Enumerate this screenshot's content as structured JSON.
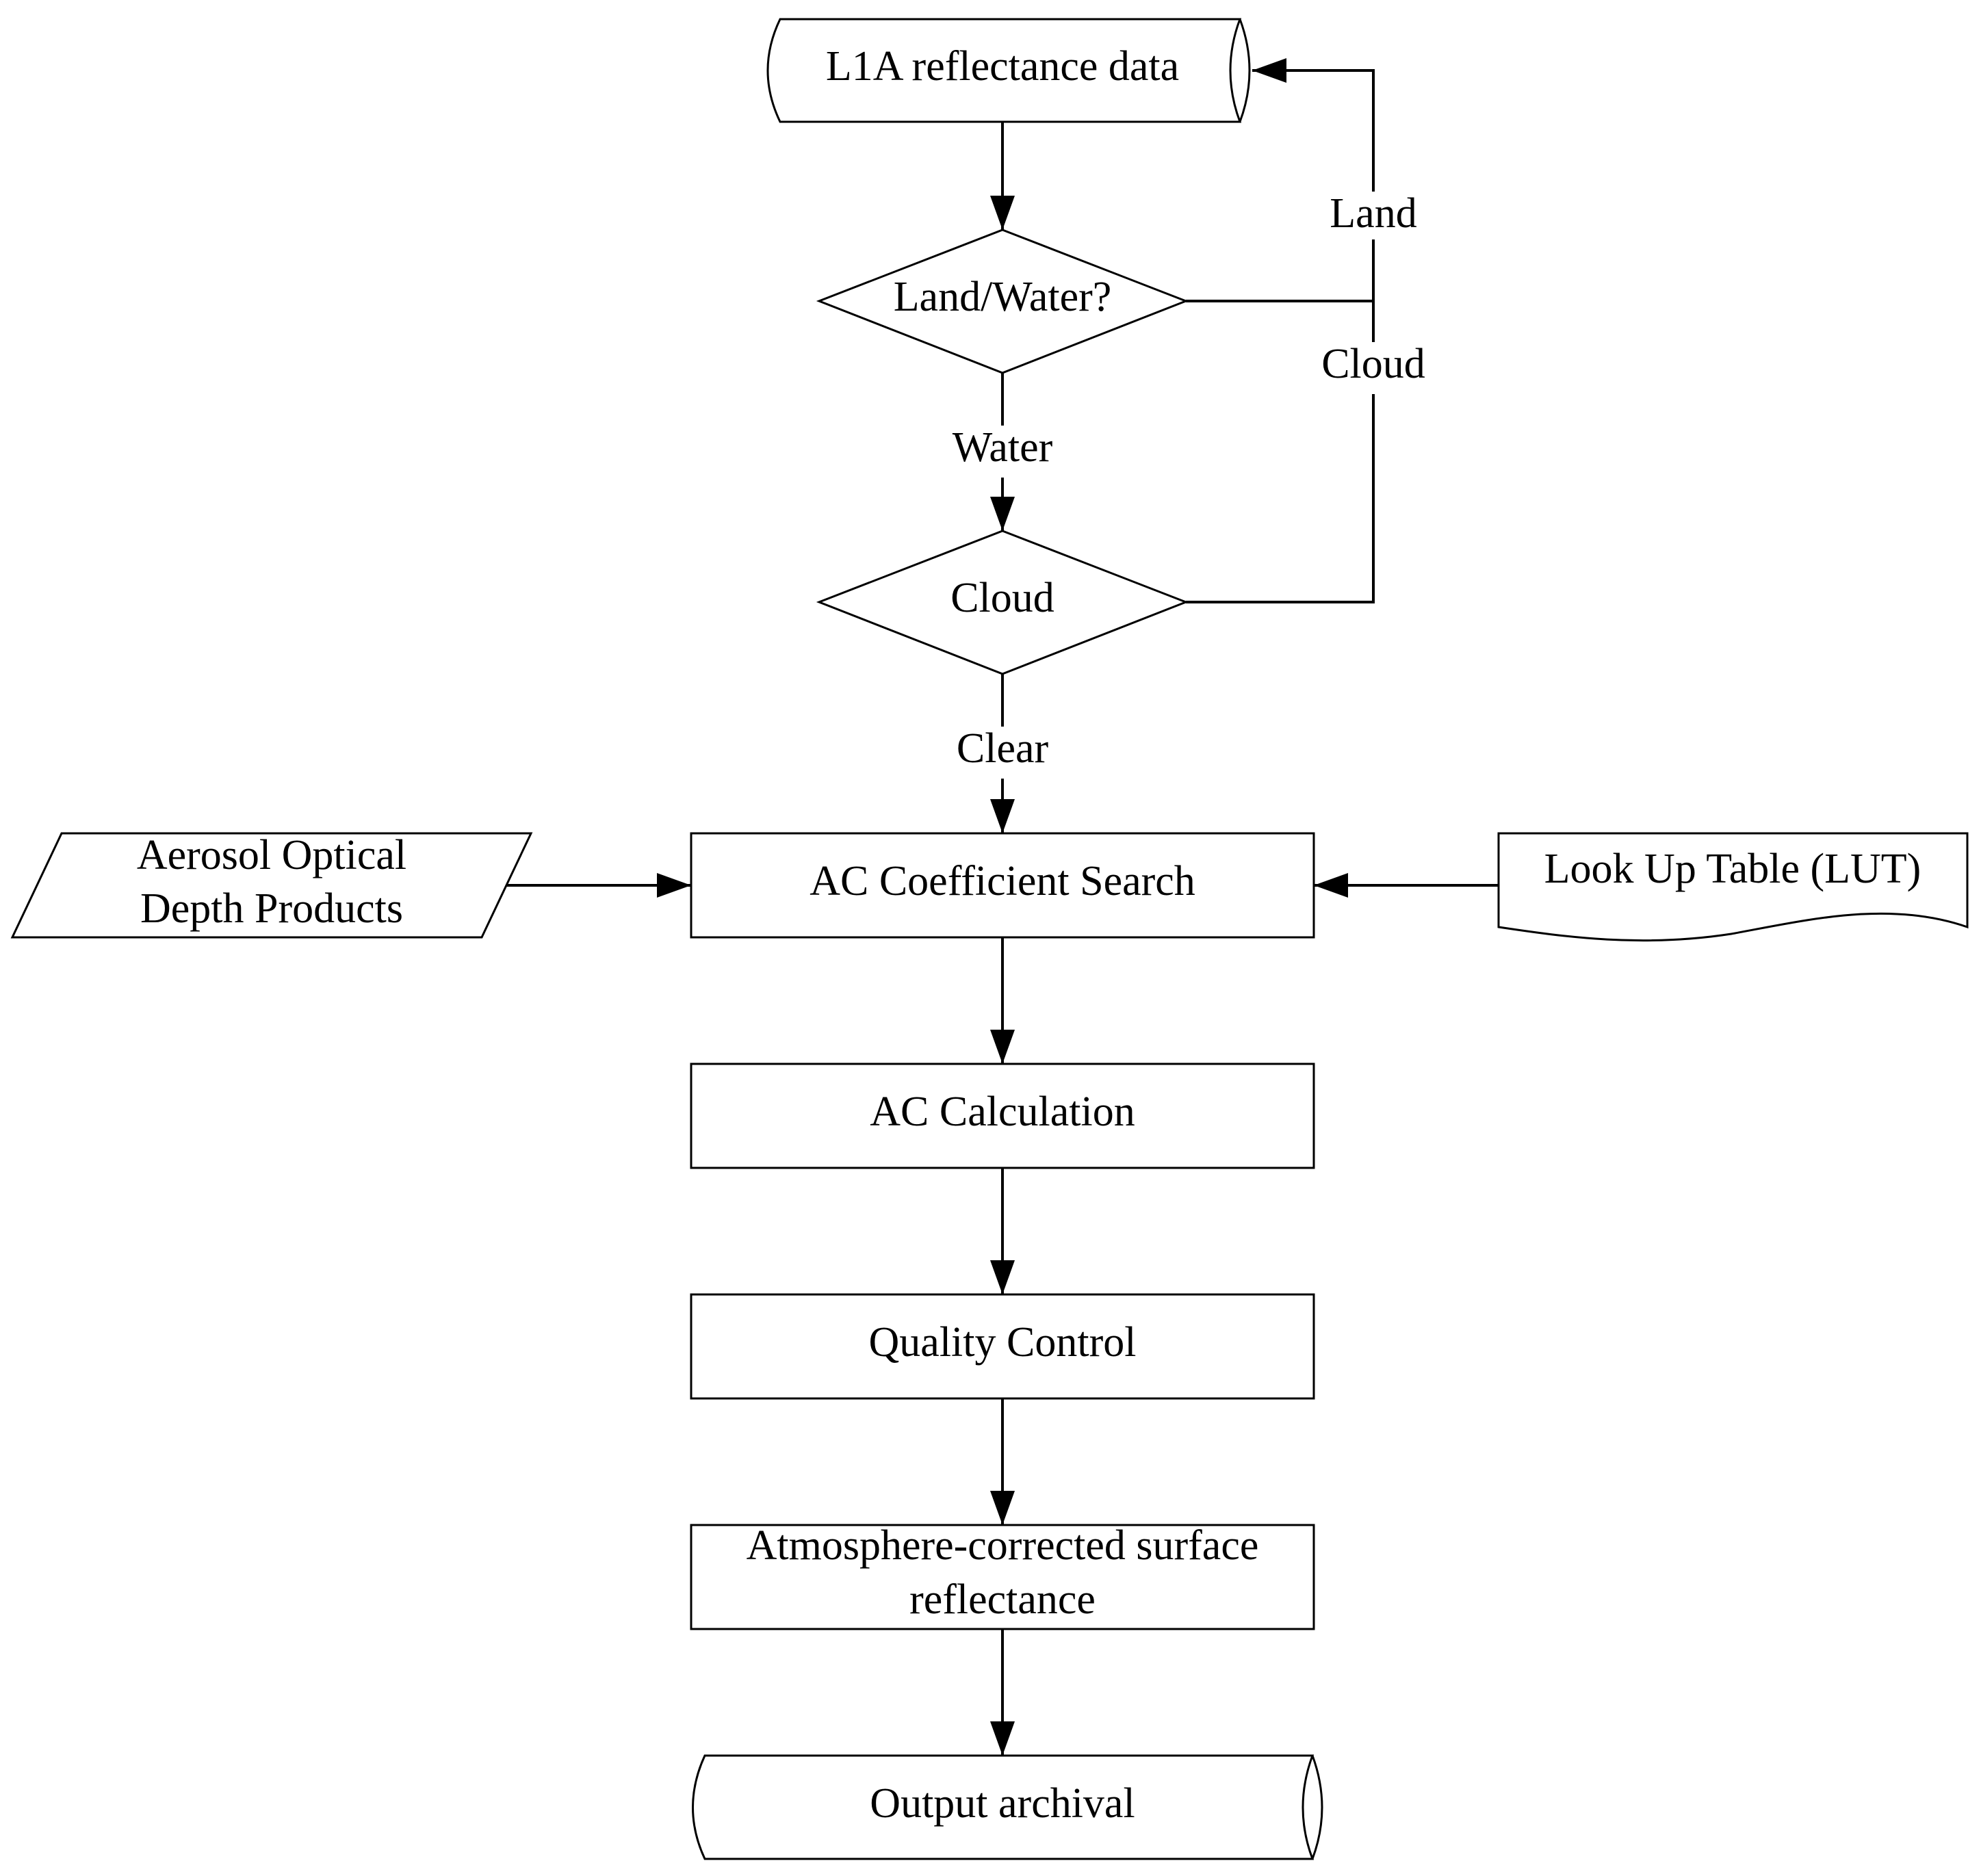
{
  "nodes": {
    "l1a": {
      "label": "L1A reflectance data"
    },
    "land_water": {
      "label": "Land/Water?"
    },
    "cloud_check": {
      "label": "Cloud"
    },
    "aod": {
      "line1": "Aerosol Optical",
      "line2": "Depth Products"
    },
    "ac_search": {
      "label": "AC Coefficient Search"
    },
    "lut": {
      "label": "Look Up Table (LUT)"
    },
    "ac_calc": {
      "label": "AC Calculation"
    },
    "qc": {
      "label": "Quality Control"
    },
    "surface": {
      "line1": "Atmosphere-corrected surface",
      "line2": "reflectance"
    },
    "archive": {
      "label": "Output archival"
    }
  },
  "edge_labels": {
    "land": "Land",
    "cloud": "Cloud",
    "water": "Water",
    "clear": "Clear"
  }
}
